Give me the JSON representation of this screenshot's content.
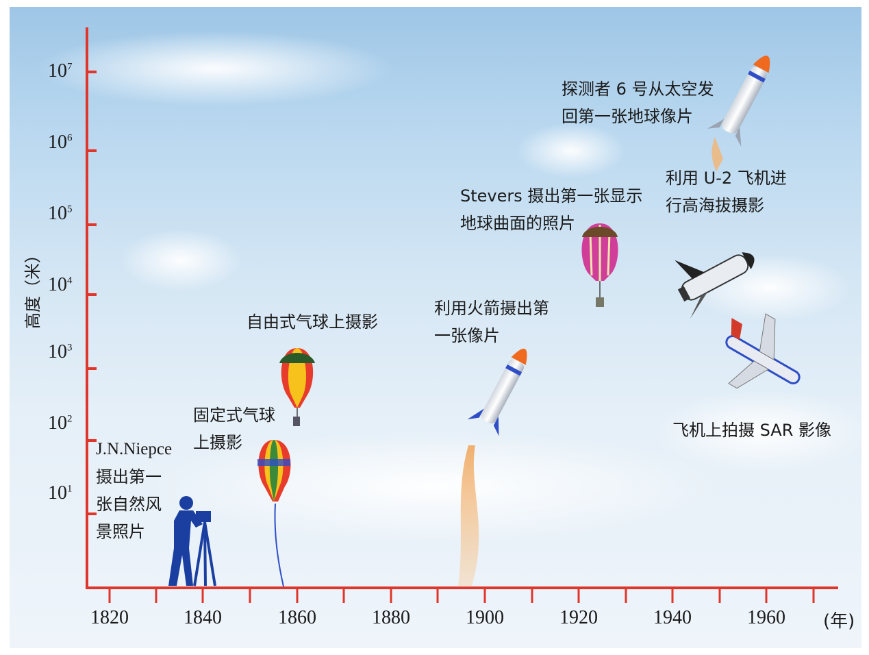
{
  "axes": {
    "y_label": "高度（米）",
    "x_unit": "(年)",
    "x_ticks": [
      "1820",
      "1840",
      "1860",
      "1880",
      "1900",
      "1920",
      "1940",
      "1960"
    ],
    "y_ticks": [
      {
        "base": "10",
        "exp": "1"
      },
      {
        "base": "10",
        "exp": "2"
      },
      {
        "base": "10",
        "exp": "3"
      },
      {
        "base": "10",
        "exp": "4"
      },
      {
        "base": "10",
        "exp": "5"
      },
      {
        "base": "10",
        "exp": "6"
      },
      {
        "base": "10",
        "exp": "7"
      }
    ],
    "axis_color": "#e0352b"
  },
  "events": {
    "niepce": [
      "J.N.Niepce",
      "摄出第一",
      "张自然风",
      "景照片"
    ],
    "tethered_balloon": [
      "固定式气球",
      "上摄影"
    ],
    "free_balloon": [
      "自由式气球上摄影"
    ],
    "rocket": [
      "利用火箭摄出第",
      "一张像片"
    ],
    "stevens": [
      "Stevers 摄出第一张显示",
      "地球曲面的照片"
    ],
    "u2": [
      "利用 U-2 飞机进",
      "行高海拔摄影"
    ],
    "explorer6": [
      "探测者 6 号从太空发",
      "回第一张地球像片"
    ],
    "sar": [
      "飞机上拍摄 SAR 影像"
    ]
  },
  "icons": [
    "photographer-icon",
    "tethered-balloon-icon",
    "free-balloon-icon",
    "rocket-icon",
    "stevens-balloon-icon",
    "space-shuttle-icon",
    "space-rocket-icon",
    "airplane-icon"
  ]
}
